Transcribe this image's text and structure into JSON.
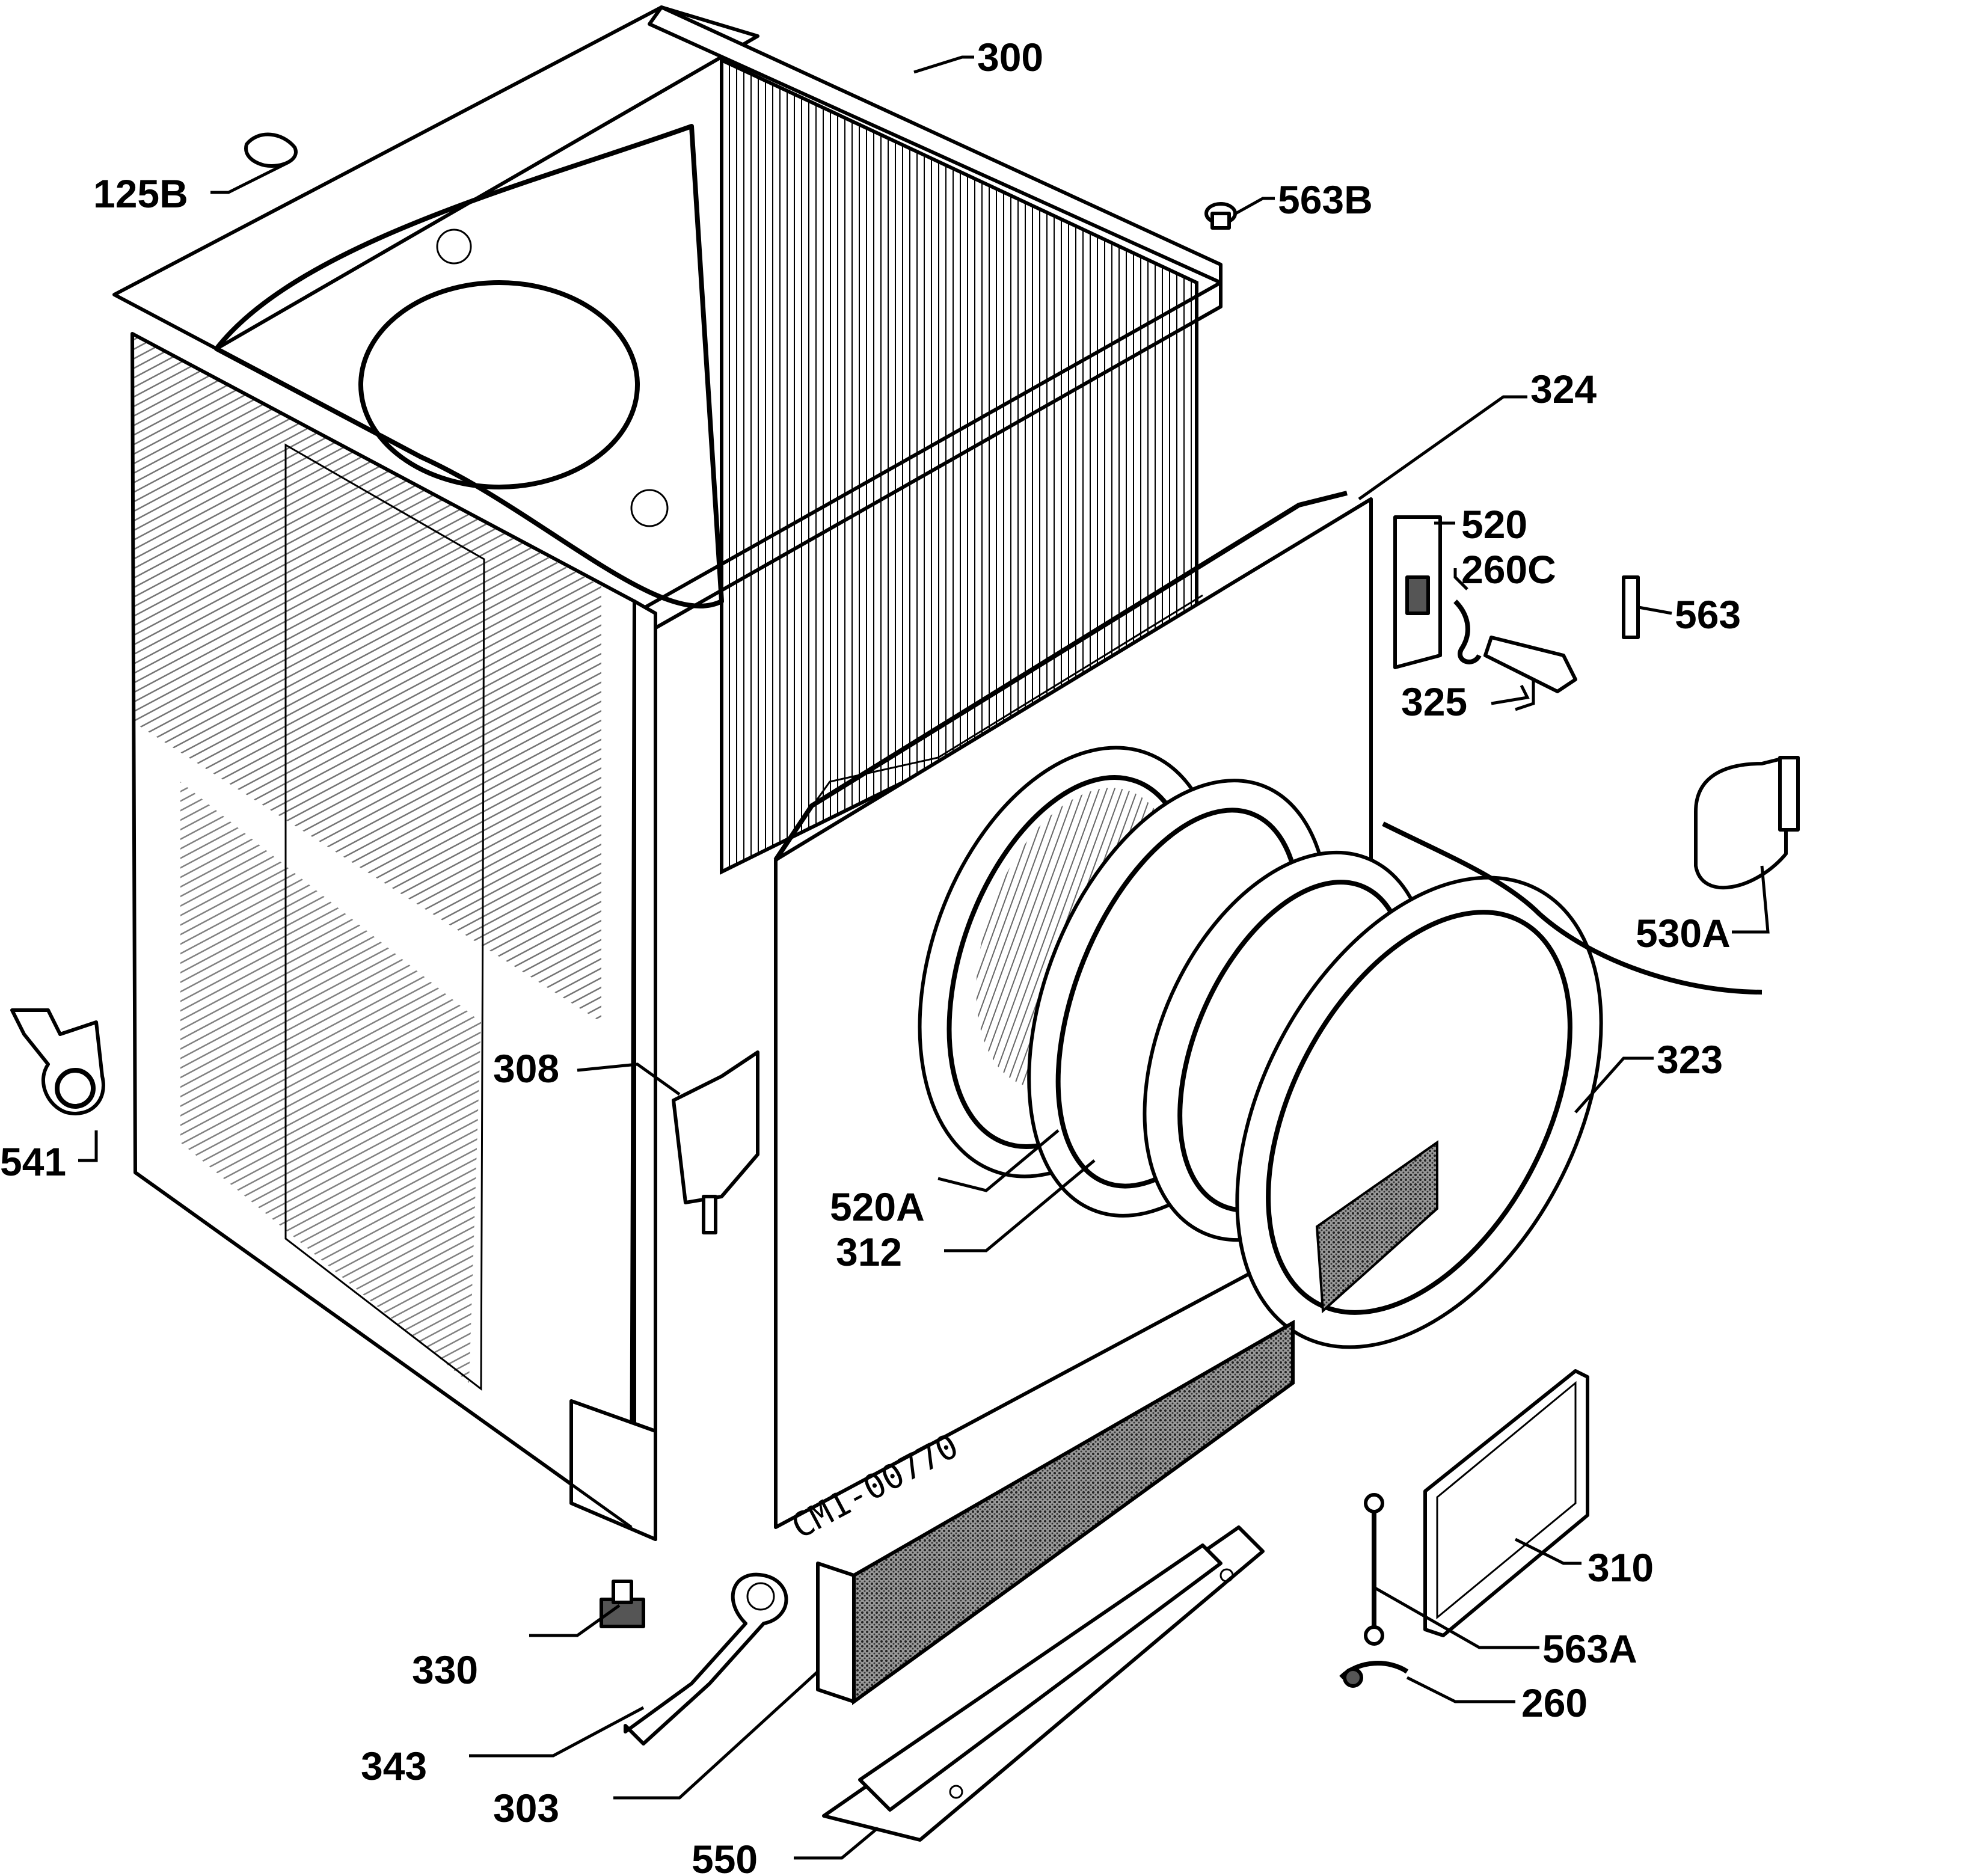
{
  "diagram": {
    "drawing_code": "CM1-00770",
    "parts": [
      {
        "id": "p300",
        "label": "300"
      },
      {
        "id": "p125b",
        "label": "125B"
      },
      {
        "id": "p563b",
        "label": "563B"
      },
      {
        "id": "p324",
        "label": "324"
      },
      {
        "id": "p520",
        "label": "520"
      },
      {
        "id": "p260c",
        "label": "260C"
      },
      {
        "id": "p563",
        "label": "563"
      },
      {
        "id": "p325",
        "label": "325"
      },
      {
        "id": "p530a",
        "label": "530A"
      },
      {
        "id": "p323",
        "label": "323"
      },
      {
        "id": "p308",
        "label": "308"
      },
      {
        "id": "p541",
        "label": "541"
      },
      {
        "id": "p520a",
        "label": "520A"
      },
      {
        "id": "p312",
        "label": "312"
      },
      {
        "id": "p310",
        "label": "310"
      },
      {
        "id": "p563a",
        "label": "563A"
      },
      {
        "id": "p260",
        "label": "260"
      },
      {
        "id": "p330",
        "label": "330"
      },
      {
        "id": "p343",
        "label": "343"
      },
      {
        "id": "p303",
        "label": "303"
      },
      {
        "id": "p550",
        "label": "550"
      }
    ]
  }
}
